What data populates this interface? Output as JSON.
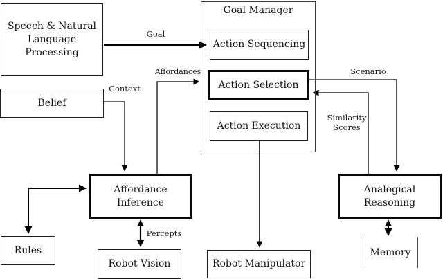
{
  "nodes": {
    "snlp": {
      "line1": "Speech & Natural",
      "line2": "Language",
      "line3": "Processing"
    },
    "belief": {
      "label": "Belief"
    },
    "goal_manager": {
      "label": "Goal Manager"
    },
    "action_sequencing": {
      "label": "Action Sequencing"
    },
    "action_selection": {
      "label": "Action Selection"
    },
    "action_execution": {
      "label": "Action Execution"
    },
    "affordance_inference": {
      "line1": "Affordance",
      "line2": "Inference"
    },
    "analogical_reasoning": {
      "line1": "Analogical",
      "line2": "Reasoning"
    },
    "rules": {
      "label": "Rules"
    },
    "robot_vision": {
      "label": "Robot Vision"
    },
    "robot_manipulator": {
      "label": "Robot Manipulator"
    },
    "memory": {
      "label": "Memory"
    }
  },
  "edge_labels": {
    "goal": "Goal",
    "context": "Context",
    "affordances": "Affordances",
    "scenario": "Scenario",
    "similarity_line1": "Similarity",
    "similarity_line2": "Scores",
    "percepts": "Percepts"
  },
  "colors": {
    "line": "#000000",
    "border_thin": "#1c1c1c",
    "border_thick": "#0a0a0a",
    "background": "#ffffff"
  }
}
